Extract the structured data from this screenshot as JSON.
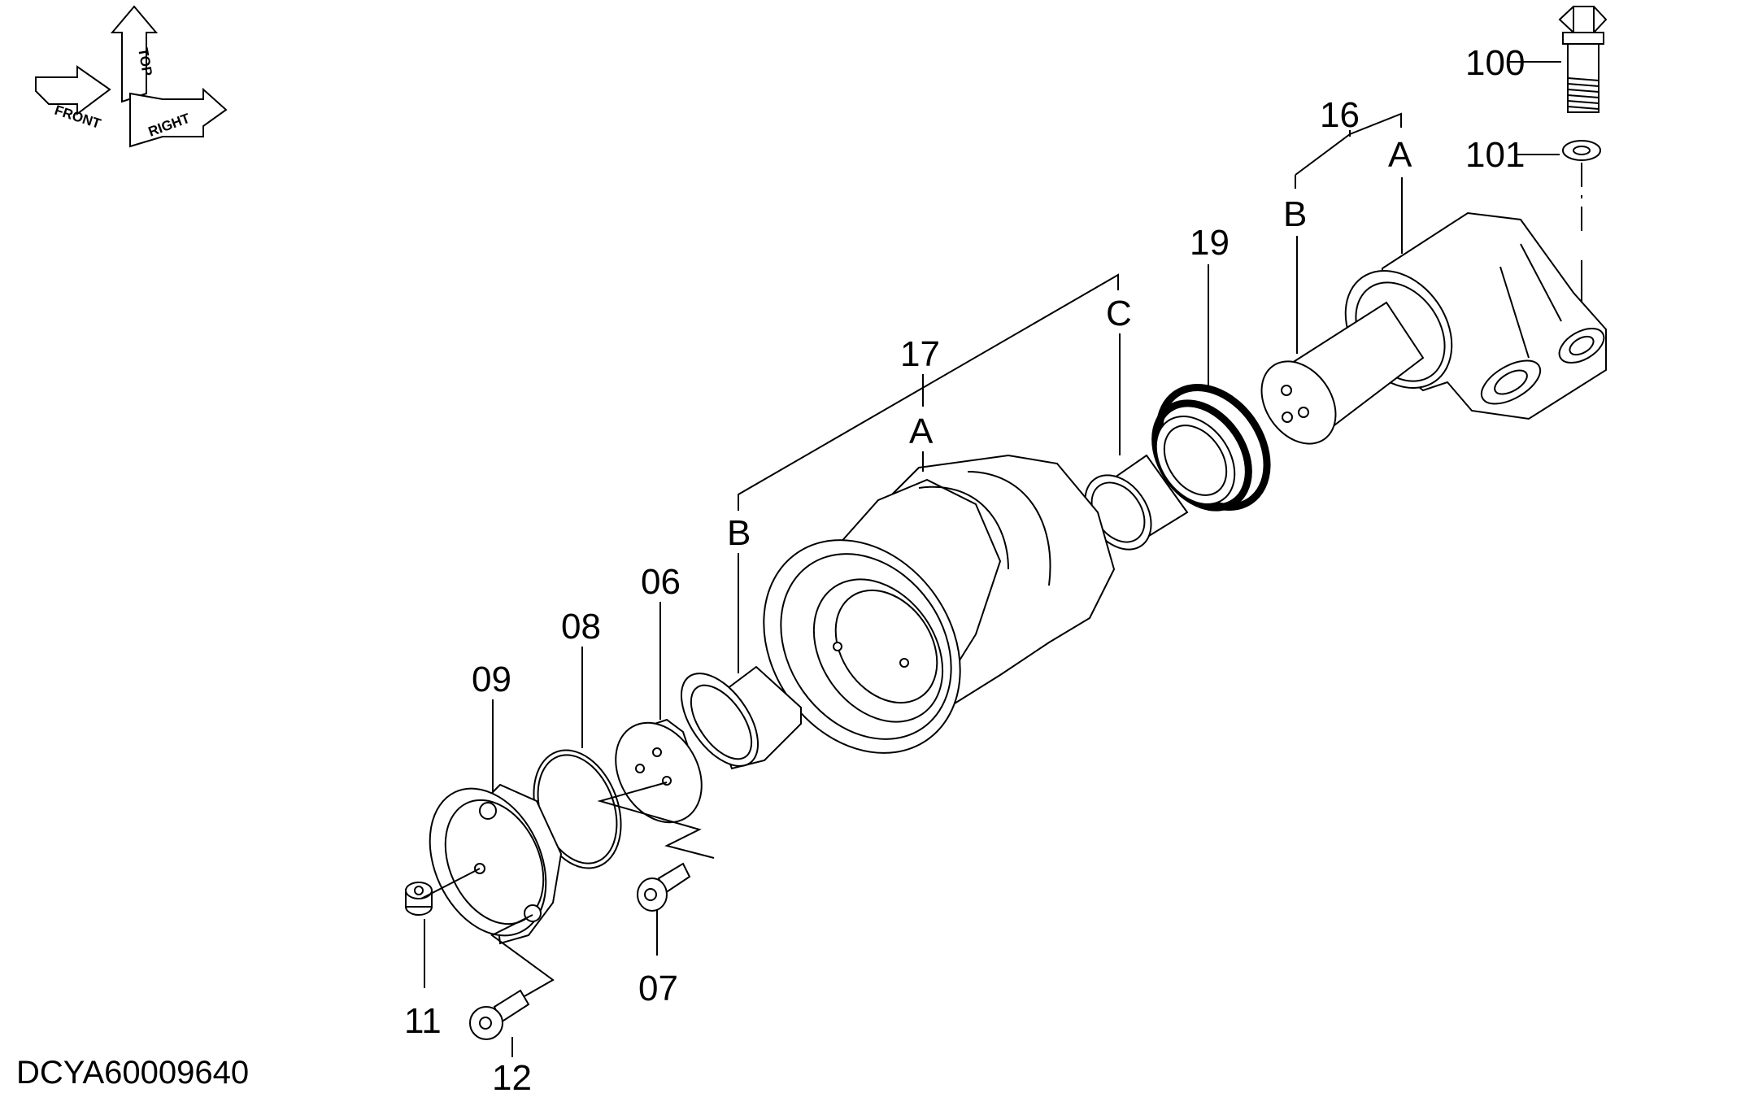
{
  "diagram": {
    "drawing_code": "DCYA60009640",
    "orientation": {
      "top": "TOP",
      "front": "FRONT",
      "right": "RIGHT"
    },
    "labels": {
      "p100": "100",
      "p101": "101",
      "p16": "16",
      "p16_a": "A",
      "p16_b": "B",
      "p19": "19",
      "p17": "17",
      "p17_a": "A",
      "p17_b": "B",
      "p17_c": "C",
      "p06": "06",
      "p07": "07",
      "p08": "08",
      "p09": "09",
      "p11": "11",
      "p12": "12"
    }
  }
}
